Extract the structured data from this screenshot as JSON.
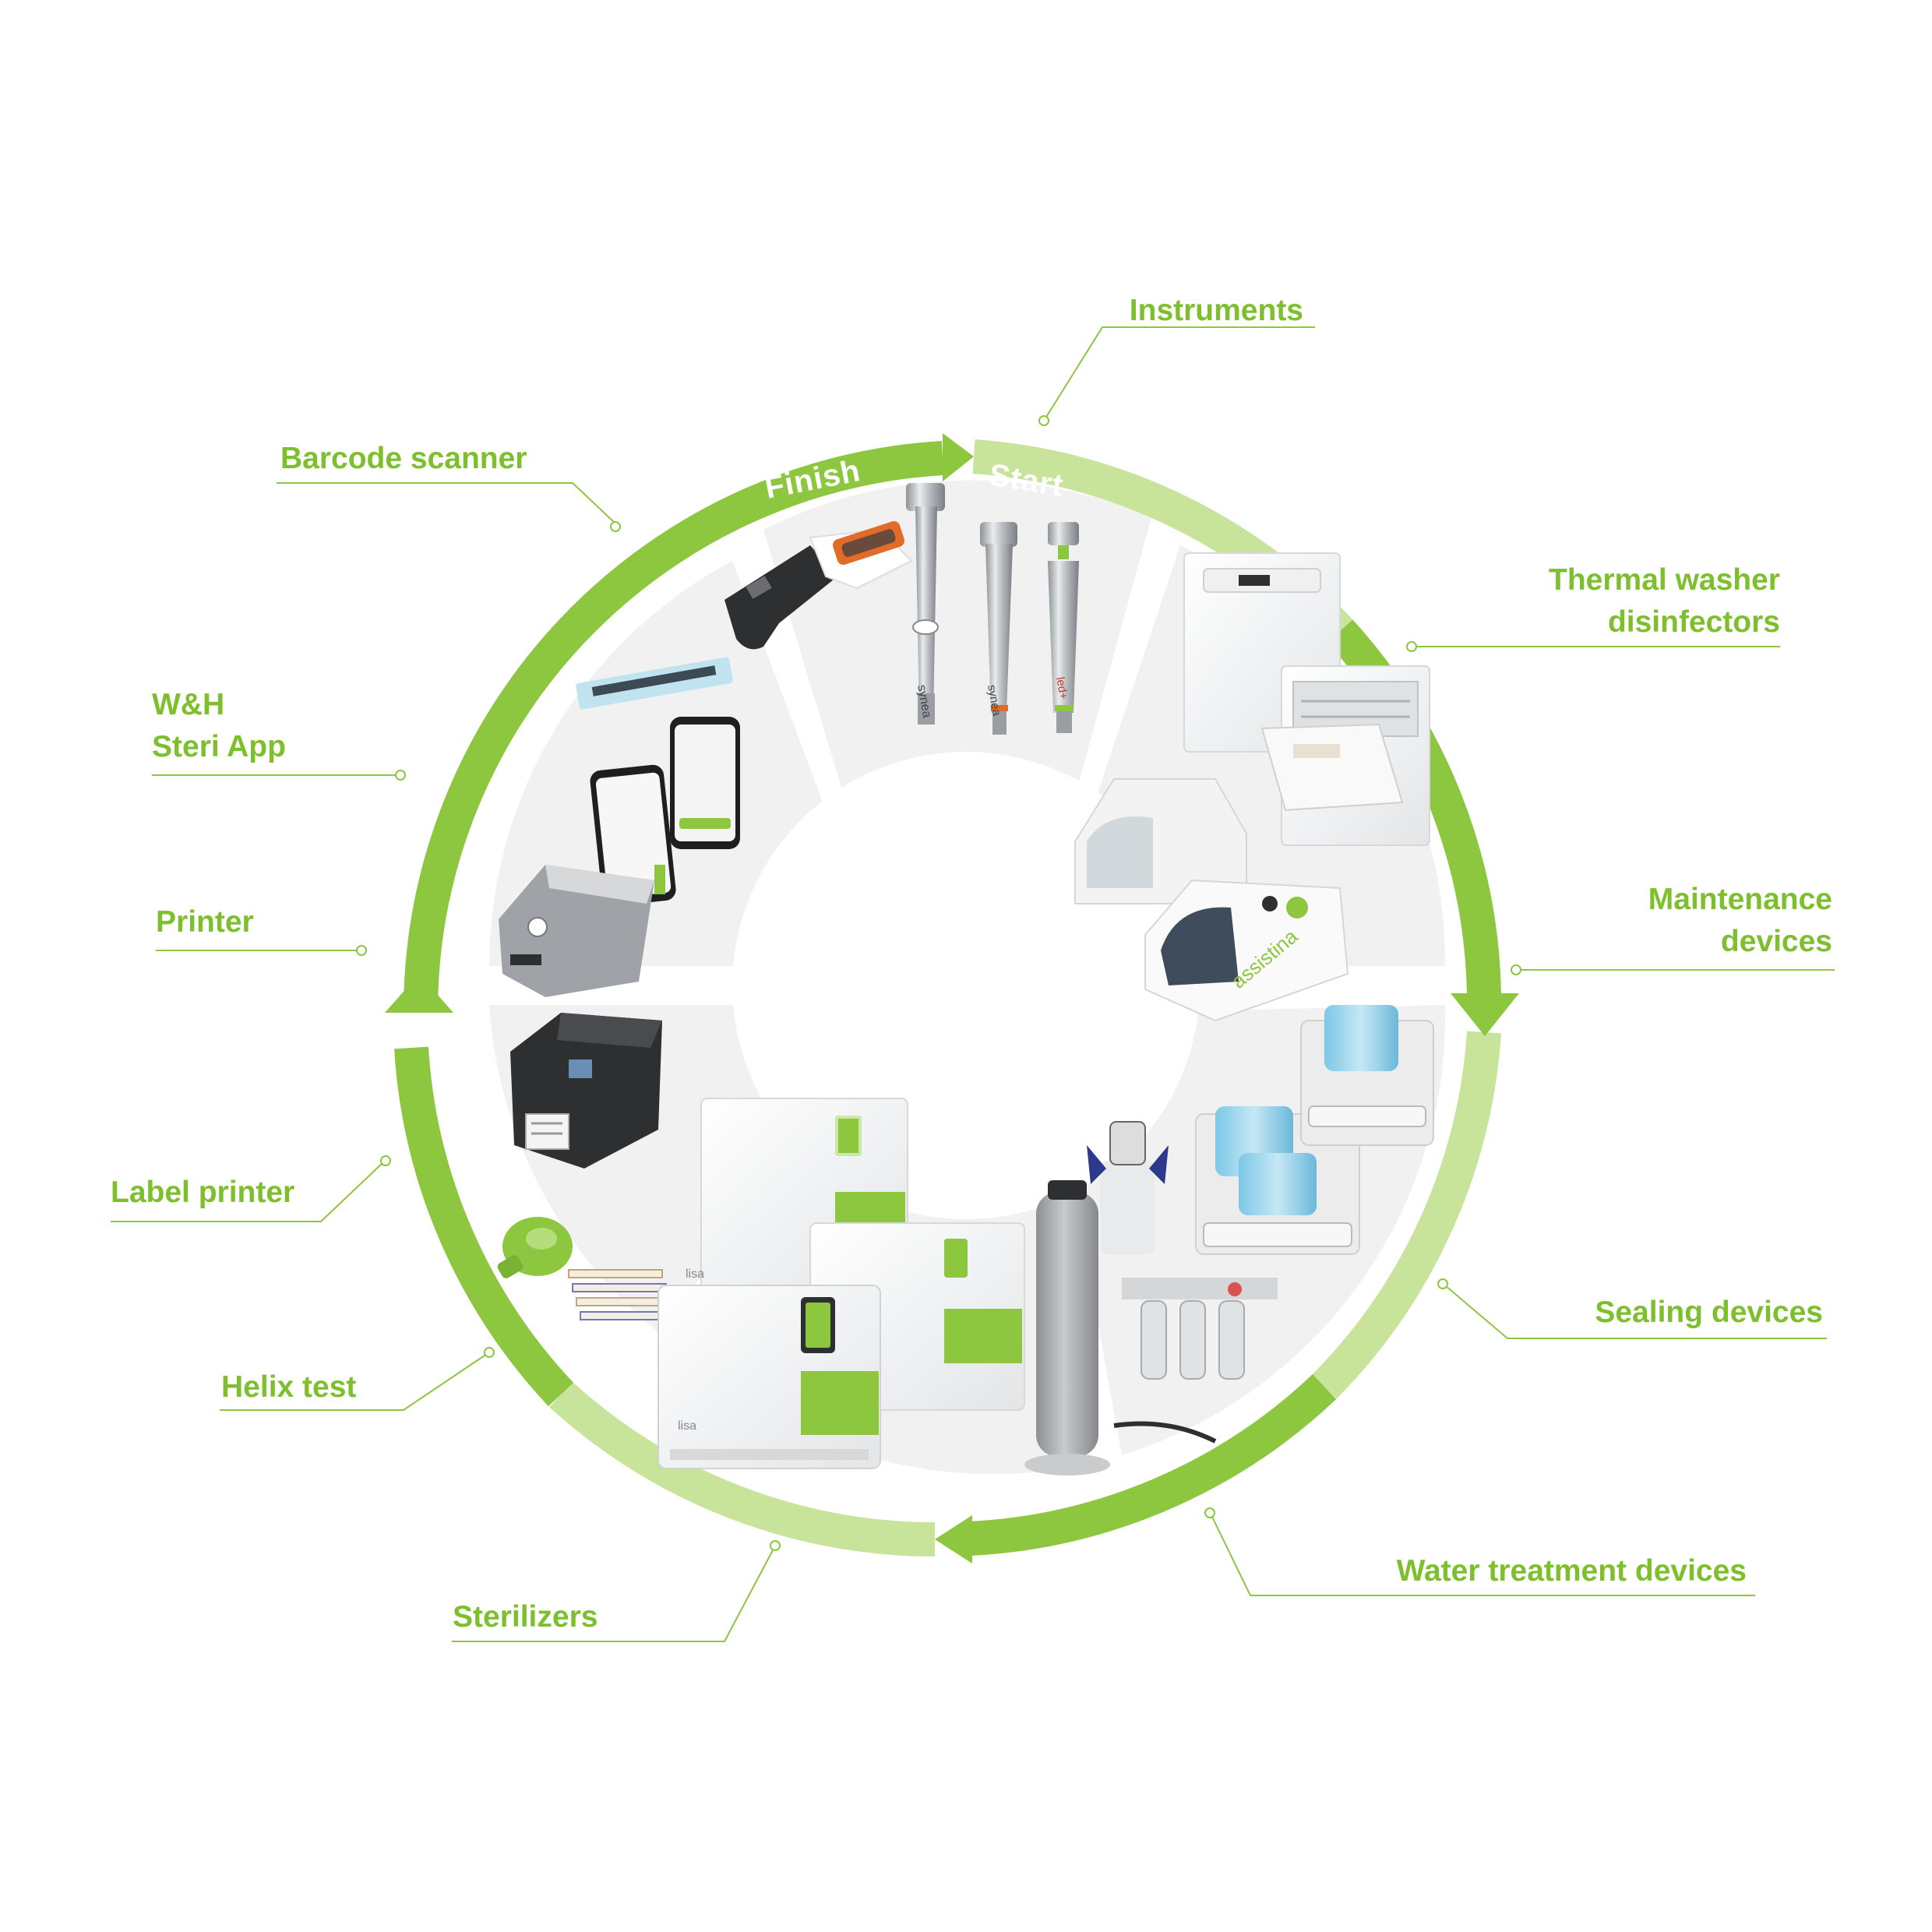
{
  "colors": {
    "accent": "#8dc63f",
    "accent_light": "#c8e39a",
    "label": "#7dbf2c",
    "segment": "#f1f1f1",
    "device_white": "#f7f7f7",
    "device_gray": "#c9cbcd",
    "device_dark": "#2e2f31"
  },
  "cycle": {
    "finish": "Finish",
    "start": "Start"
  },
  "labels": {
    "instruments": "Instruments",
    "thermal_washer_1": "Thermal washer",
    "thermal_washer_2": "disinfectors",
    "maintenance_1": "Maintenance",
    "maintenance_2": "devices",
    "sealing": "Sealing devices",
    "water": "Water treatment devices",
    "sterilizers": "Sterilizers",
    "helix": "Helix test",
    "label_printer": "Label printer",
    "printer": "Printer",
    "app_1": "W&H",
    "app_2": "Steri App",
    "barcode": "Barcode scanner"
  },
  "product_marks": {
    "handpiece_1": "synea",
    "handpiece_2": "synea",
    "handpiece_3": "led+",
    "maintenance": "assistina",
    "sterilizer_1": "lisa",
    "sterilizer_2": "lisa"
  }
}
